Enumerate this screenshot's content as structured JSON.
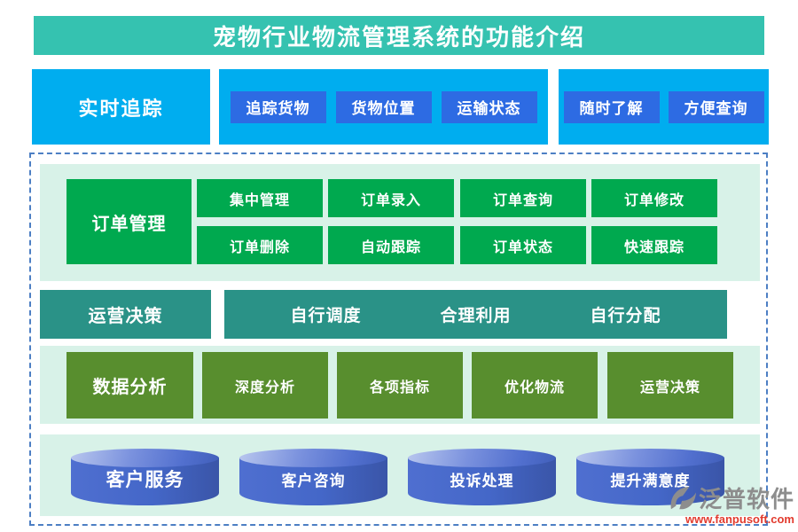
{
  "title": "宠物行业物流管理系统的功能介绍",
  "tracking": {
    "label": "实时追踪",
    "group1": [
      "追踪货物",
      "货物位置",
      "运输状态"
    ],
    "group2": [
      "随时了解",
      "方便查询"
    ]
  },
  "order": {
    "label": "订单管理",
    "row1": [
      "集中管理",
      "订单录入",
      "订单查询",
      "订单修改"
    ],
    "row2": [
      "订单删除",
      "自动跟踪",
      "订单状态",
      "快速跟踪"
    ]
  },
  "operation": {
    "label": "运营决策",
    "items": [
      "自行调度",
      "合理利用",
      "自行分配"
    ]
  },
  "analysis": {
    "label": "数据分析",
    "items": [
      "深度分析",
      "各项指标",
      "优化物流",
      "运营决策"
    ]
  },
  "service": {
    "items": [
      "客户服务",
      "客户咨询",
      "投诉处理",
      "提升满意度"
    ]
  },
  "watermark": {
    "brand": "泛普软件",
    "url": "www.fanpusoft.com"
  },
  "colors": {
    "title_teal": "#35c2b0",
    "light_blue": "#00adef",
    "button_blue": "#2d6be3",
    "mint_bg": "#d8f2e8",
    "green": "#00a94f",
    "dark_teal": "#2a9287",
    "olive_green": "#588e2e",
    "cylinder_blue": "#4467c8",
    "dashed_border": "#4d7fc4",
    "brand_gray": "#8d8d8d",
    "url_red": "#e23b2e"
  }
}
